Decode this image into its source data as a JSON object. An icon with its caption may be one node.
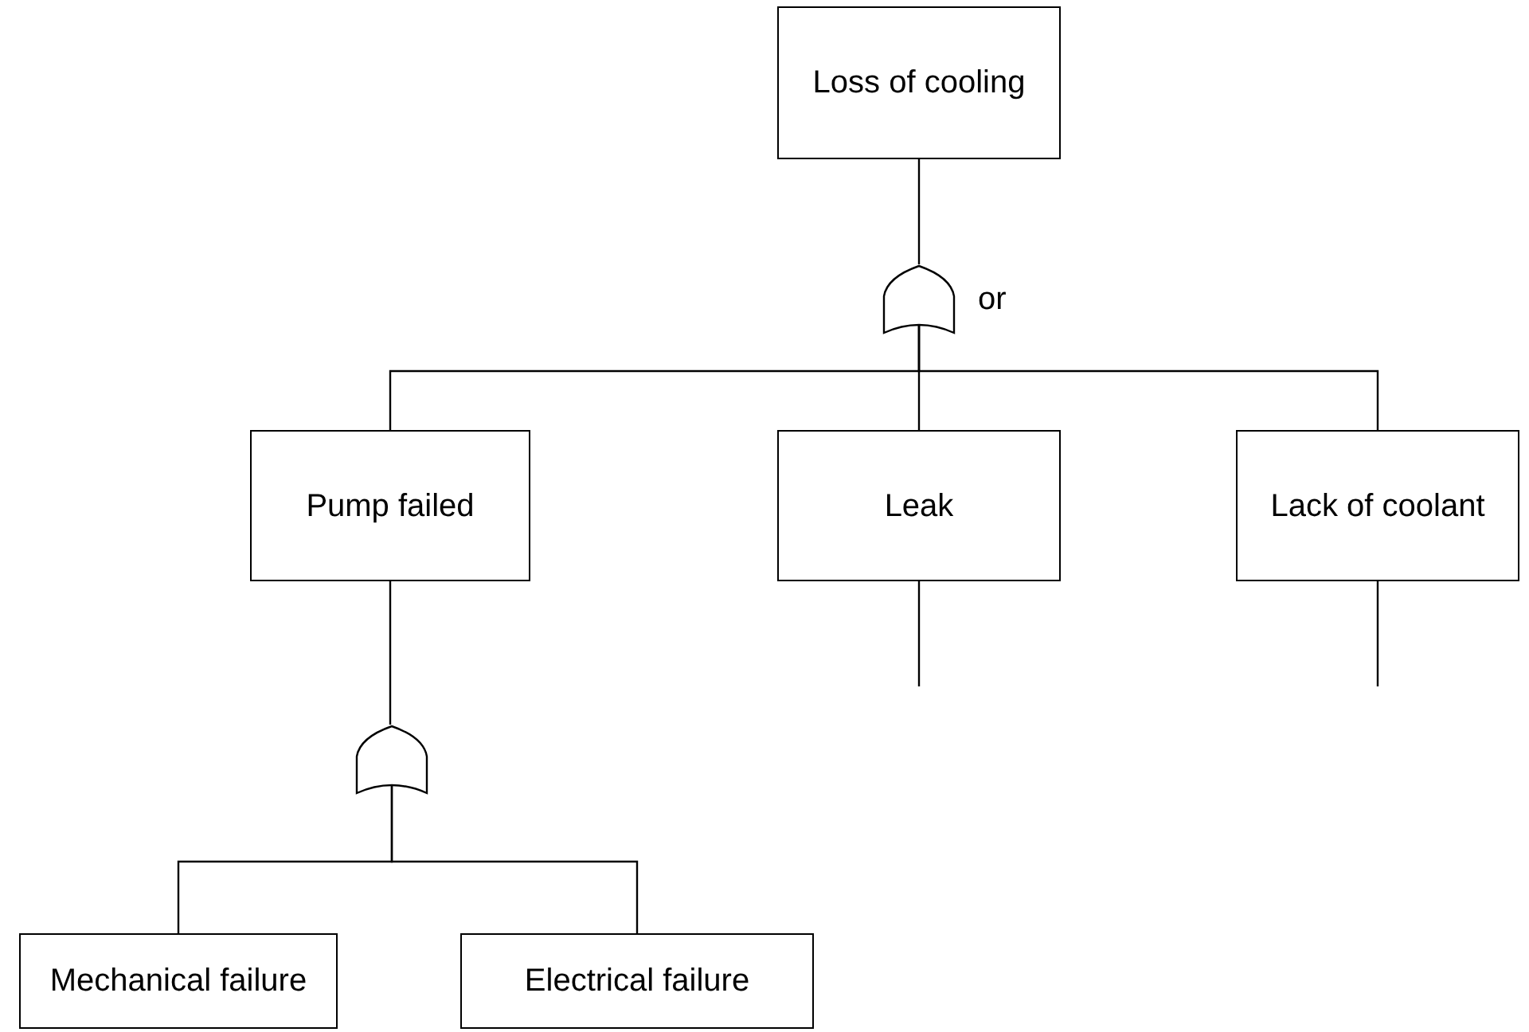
{
  "diagram": {
    "nodes": [
      {
        "text": [
          "Loss of cooling"
        ]
      },
      {
        "text": [],
        "shape": "gate",
        "beside": [
          "or"
        ]
      },
      {
        "text": [
          "Pump failed"
        ]
      },
      {
        "text": [
          "Leak"
        ]
      },
      {
        "text": [
          "Lack of coolant"
        ]
      },
      {
        "text": [],
        "shape": "gate"
      },
      {
        "text": [
          "Mechanical failure"
        ]
      },
      {
        "text": [
          "Electrical failure"
        ]
      }
    ],
    "edges": [
      {
        "from": 0,
        "to": 1,
        "arrow": "none"
      },
      {
        "from": 1,
        "to": 2,
        "arrow": "none"
      },
      {
        "from": 1,
        "to": 3,
        "arrow": "none"
      },
      {
        "from": 1,
        "to": 4,
        "arrow": "none"
      },
      {
        "from": 2,
        "to": 5,
        "arrow": "none"
      },
      {
        "from": 5,
        "to": 6,
        "arrow": "none"
      },
      {
        "from": 5,
        "to": 7,
        "arrow": "none"
      },
      {
        "from": 3,
        "to": null,
        "arrow": "none"
      },
      {
        "from": 4,
        "to": null,
        "arrow": "none"
      }
    ]
  }
}
